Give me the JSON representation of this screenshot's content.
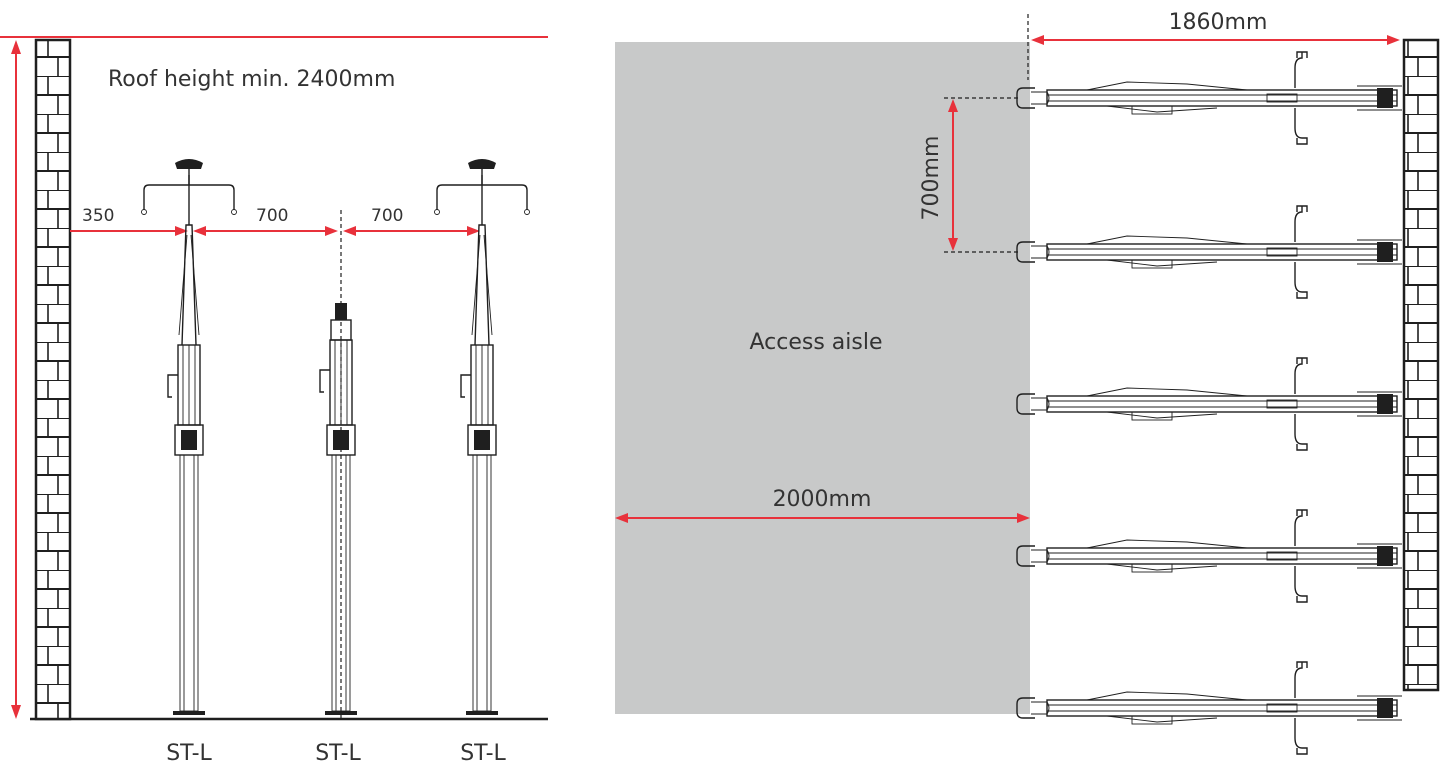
{
  "colors": {
    "dimension_line": "#e8313b",
    "aisle_fill": "#c8c9c9",
    "line_work": "#1f1f1f",
    "text": "#333333"
  },
  "elevation": {
    "roof_height_label": "Roof height min. 2400mm",
    "spacing_labels": [
      "350",
      "700",
      "700"
    ],
    "stand_labels": [
      "ST-L",
      "ST-L",
      "ST-L"
    ]
  },
  "plan": {
    "depth_label": "1860mm",
    "pitch_label": "700mm",
    "aisle_label": "Access aisle",
    "aisle_width_label": "2000mm",
    "bike_count": 5
  }
}
